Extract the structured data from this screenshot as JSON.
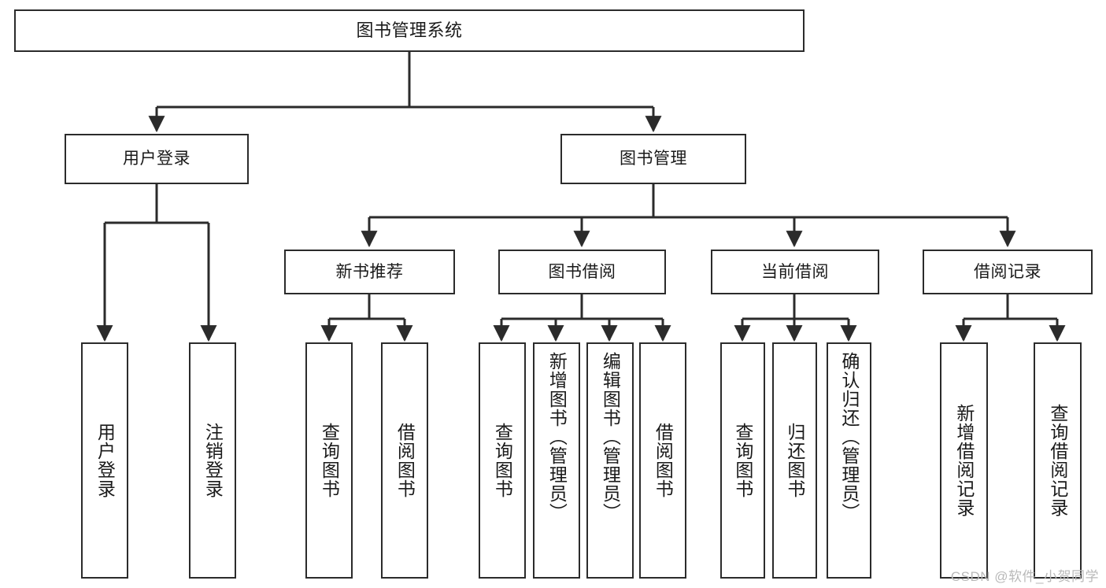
{
  "diagram": {
    "title": "图书管理系统",
    "type": "hierarchy-tree",
    "colors": {
      "node_border": "#2b2b2b",
      "node_fill": "#ffffff",
      "edge": "#2b2b2b",
      "text": "#1a1a1a",
      "watermark": "#b9b9b9",
      "background": "#ffffff"
    },
    "nodes": {
      "root": {
        "label": "图书管理系统"
      },
      "level2": [
        {
          "id": "user-login",
          "label": "用户登录"
        },
        {
          "id": "book-management",
          "label": "图书管理"
        }
      ],
      "level3": [
        {
          "id": "new-book-recommend",
          "label": "新书推荐"
        },
        {
          "id": "book-borrow",
          "label": "图书借阅"
        },
        {
          "id": "current-borrow",
          "label": "当前借阅"
        },
        {
          "id": "borrow-record",
          "label": "借阅记录"
        }
      ],
      "leaves": {
        "user_login": [
          {
            "id": "leaf-user-login",
            "label": "用户登录"
          },
          {
            "id": "leaf-logout-login",
            "label": "注销登录"
          }
        ],
        "new_book_recommend": [
          {
            "id": "leaf-query-book-1",
            "label": "查询图书"
          },
          {
            "id": "leaf-borrow-book-1",
            "label": "借阅图书"
          }
        ],
        "book_borrow": [
          {
            "id": "leaf-query-book-2",
            "label": "查询图书"
          },
          {
            "id": "leaf-add-book",
            "label": "新增图书（管理员）"
          },
          {
            "id": "leaf-edit-book",
            "label": "编辑图书（管理员）"
          },
          {
            "id": "leaf-borrow-book-2",
            "label": "借阅图书"
          }
        ],
        "current_borrow": [
          {
            "id": "leaf-query-book-3",
            "label": "查询图书"
          },
          {
            "id": "leaf-return-book",
            "label": "归还图书"
          },
          {
            "id": "leaf-confirm-return",
            "label": "确认归还（管理员）"
          }
        ],
        "borrow_record": [
          {
            "id": "leaf-add-borrow-record",
            "label": "新增借阅记录"
          },
          {
            "id": "leaf-query-borrow-record",
            "label": "查询借阅记录"
          }
        ]
      }
    },
    "watermark": "CSDN @软件_小贺同学"
  }
}
